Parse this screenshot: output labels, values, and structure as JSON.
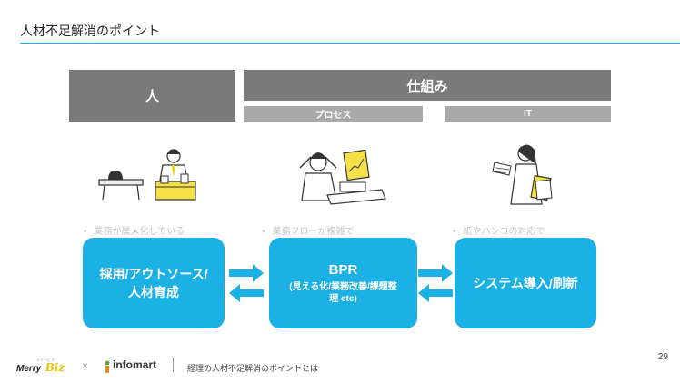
{
  "slide": {
    "title": "人材不足解消のポイント",
    "page_number": "29"
  },
  "headers": {
    "person": "人",
    "mechanism": "仕組み",
    "process": "プロセス",
    "it": "IT"
  },
  "columns": {
    "person_bullets": [
      "業務が属人化している",
      "",
      ""
    ],
    "process_bullets": [
      "業務フローが複雑で",
      "",
      ""
    ],
    "it_bullets": [
      "紙やハンコの対応で",
      "",
      ""
    ]
  },
  "solutions": {
    "hr": [
      "採用/アウトソース/",
      "人材育成"
    ],
    "bpr_main": "BPR",
    "bpr_sub": [
      "(見える化/業務改善/課題整",
      "理 etc)"
    ],
    "system": "システム導入/刷新"
  },
  "footer": {
    "logo_merry": "Merry",
    "logo_biz": "Biz",
    "logo_small": "メリービズ",
    "times": "×",
    "infomart": "infomart",
    "caption": "経理の人材不足解消のポイントとは"
  },
  "colors": {
    "accent": "#1cb1e4",
    "header_dark": "#7a7a7a",
    "header_light": "#a9a9a9",
    "infomart_green": "#5aa832"
  }
}
